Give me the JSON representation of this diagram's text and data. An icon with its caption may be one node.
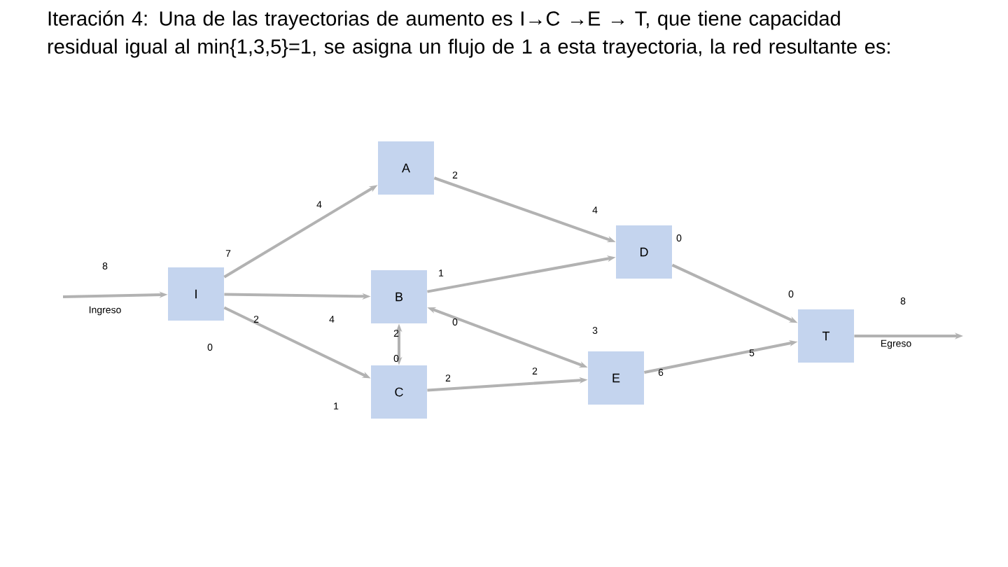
{
  "diagram": {
    "title": "Iteración 4: Una de las trayectorias de aumento es I→C →E → T, que tiene capacidad residual igual al min{1,3,5}=1, se asigna un flujo de 1 a esta trayectoria, la red resultante es:",
    "nodes": [
      {
        "text": [
          "I"
        ]
      },
      {
        "text": [
          "A"
        ]
      },
      {
        "text": [
          "B"
        ]
      },
      {
        "text": [
          "C"
        ]
      },
      {
        "text": [
          "D"
        ]
      },
      {
        "text": [
          "E"
        ]
      },
      {
        "text": [
          "T"
        ]
      }
    ],
    "edges": [
      {
        "from": null,
        "to": 0,
        "arrow": "to"
      },
      {
        "from": 0,
        "to": 1,
        "arrow": "to"
      },
      {
        "from": 0,
        "to": 2,
        "arrow": "to"
      },
      {
        "from": 0,
        "to": 3,
        "arrow": "to"
      },
      {
        "from": 1,
        "to": 4,
        "arrow": "to"
      },
      {
        "from": 2,
        "to": 4,
        "arrow": "to"
      },
      {
        "from": 2,
        "to": 5,
        "arrow": "both"
      },
      {
        "from": 2,
        "to": 3,
        "arrow": "both"
      },
      {
        "from": 3,
        "to": 5,
        "arrow": "to"
      },
      {
        "from": 4,
        "to": 6,
        "arrow": "to"
      },
      {
        "from": 5,
        "to": 6,
        "arrow": "to"
      },
      {
        "from": 6,
        "to": null,
        "arrow": "to"
      }
    ],
    "labels": [
      "2",
      "4",
      "7",
      "4",
      "8",
      "1",
      "Ingreso",
      "2",
      "0",
      "4",
      "2",
      "0",
      "0",
      "1",
      "2",
      "3",
      "0",
      "2",
      "0",
      "6",
      "5",
      "8",
      "Egreso"
    ]
  }
}
